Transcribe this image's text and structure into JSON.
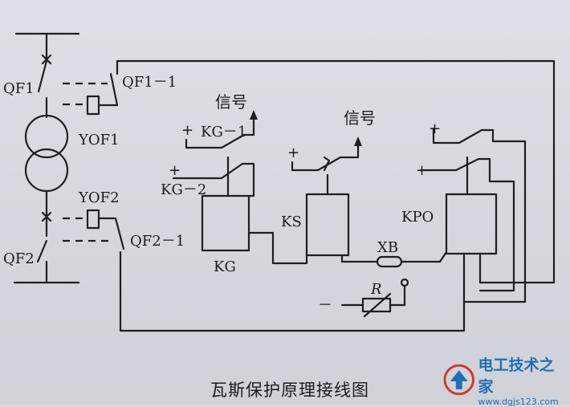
{
  "labels": {
    "qf1": "QF1",
    "qf1_1": "QF1－1",
    "yof1": "YOF1",
    "yof2": "YOF2",
    "qf2": "QF2",
    "qf2_1": "QF2－1",
    "kg_1": "KG－1",
    "kg_2": "KG－2",
    "kg": "KG",
    "ks": "KS",
    "kpo": "KPO",
    "xb": "XB",
    "r": "R",
    "signal_1": "信号",
    "signal_2": "信号",
    "plus": "+",
    "minus": "－"
  },
  "caption": "瓦斯保护原理接线图",
  "watermark": {
    "name": "电工技术之家",
    "url": "www.dgjs123.com"
  },
  "colors": {
    "line": "#1e1f24",
    "background": "#d7d9de",
    "watermark": "#1f6fb8"
  }
}
